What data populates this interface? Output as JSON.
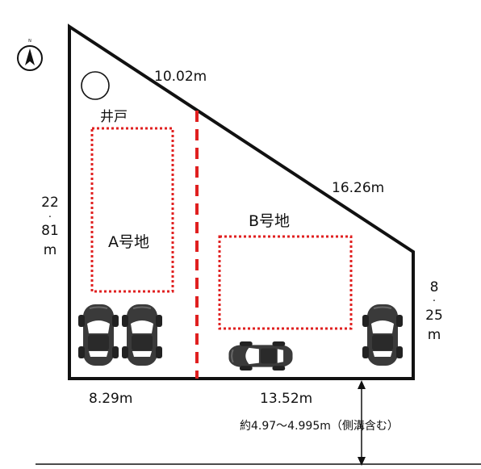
{
  "compass": {
    "north_letter": "N"
  },
  "well": {
    "label": "井戸"
  },
  "lots": {
    "a": {
      "label": "A号地"
    },
    "b": {
      "label": "B号地"
    }
  },
  "dimensions": {
    "top_left_edge": "10.02m",
    "top_right_edge": "16.26m",
    "left_side": [
      "22",
      "·",
      "81",
      "m"
    ],
    "right_side": [
      "8",
      "·",
      "25",
      "m"
    ],
    "bottom_left": "8.29m",
    "bottom_right": "13.52m"
  },
  "road_note": "約4.97〜4.995m（側溝含む）",
  "colors": {
    "outline": "#111111",
    "divider": "#e02020",
    "building_area": "#e02020",
    "car": "#3a3a3a"
  }
}
